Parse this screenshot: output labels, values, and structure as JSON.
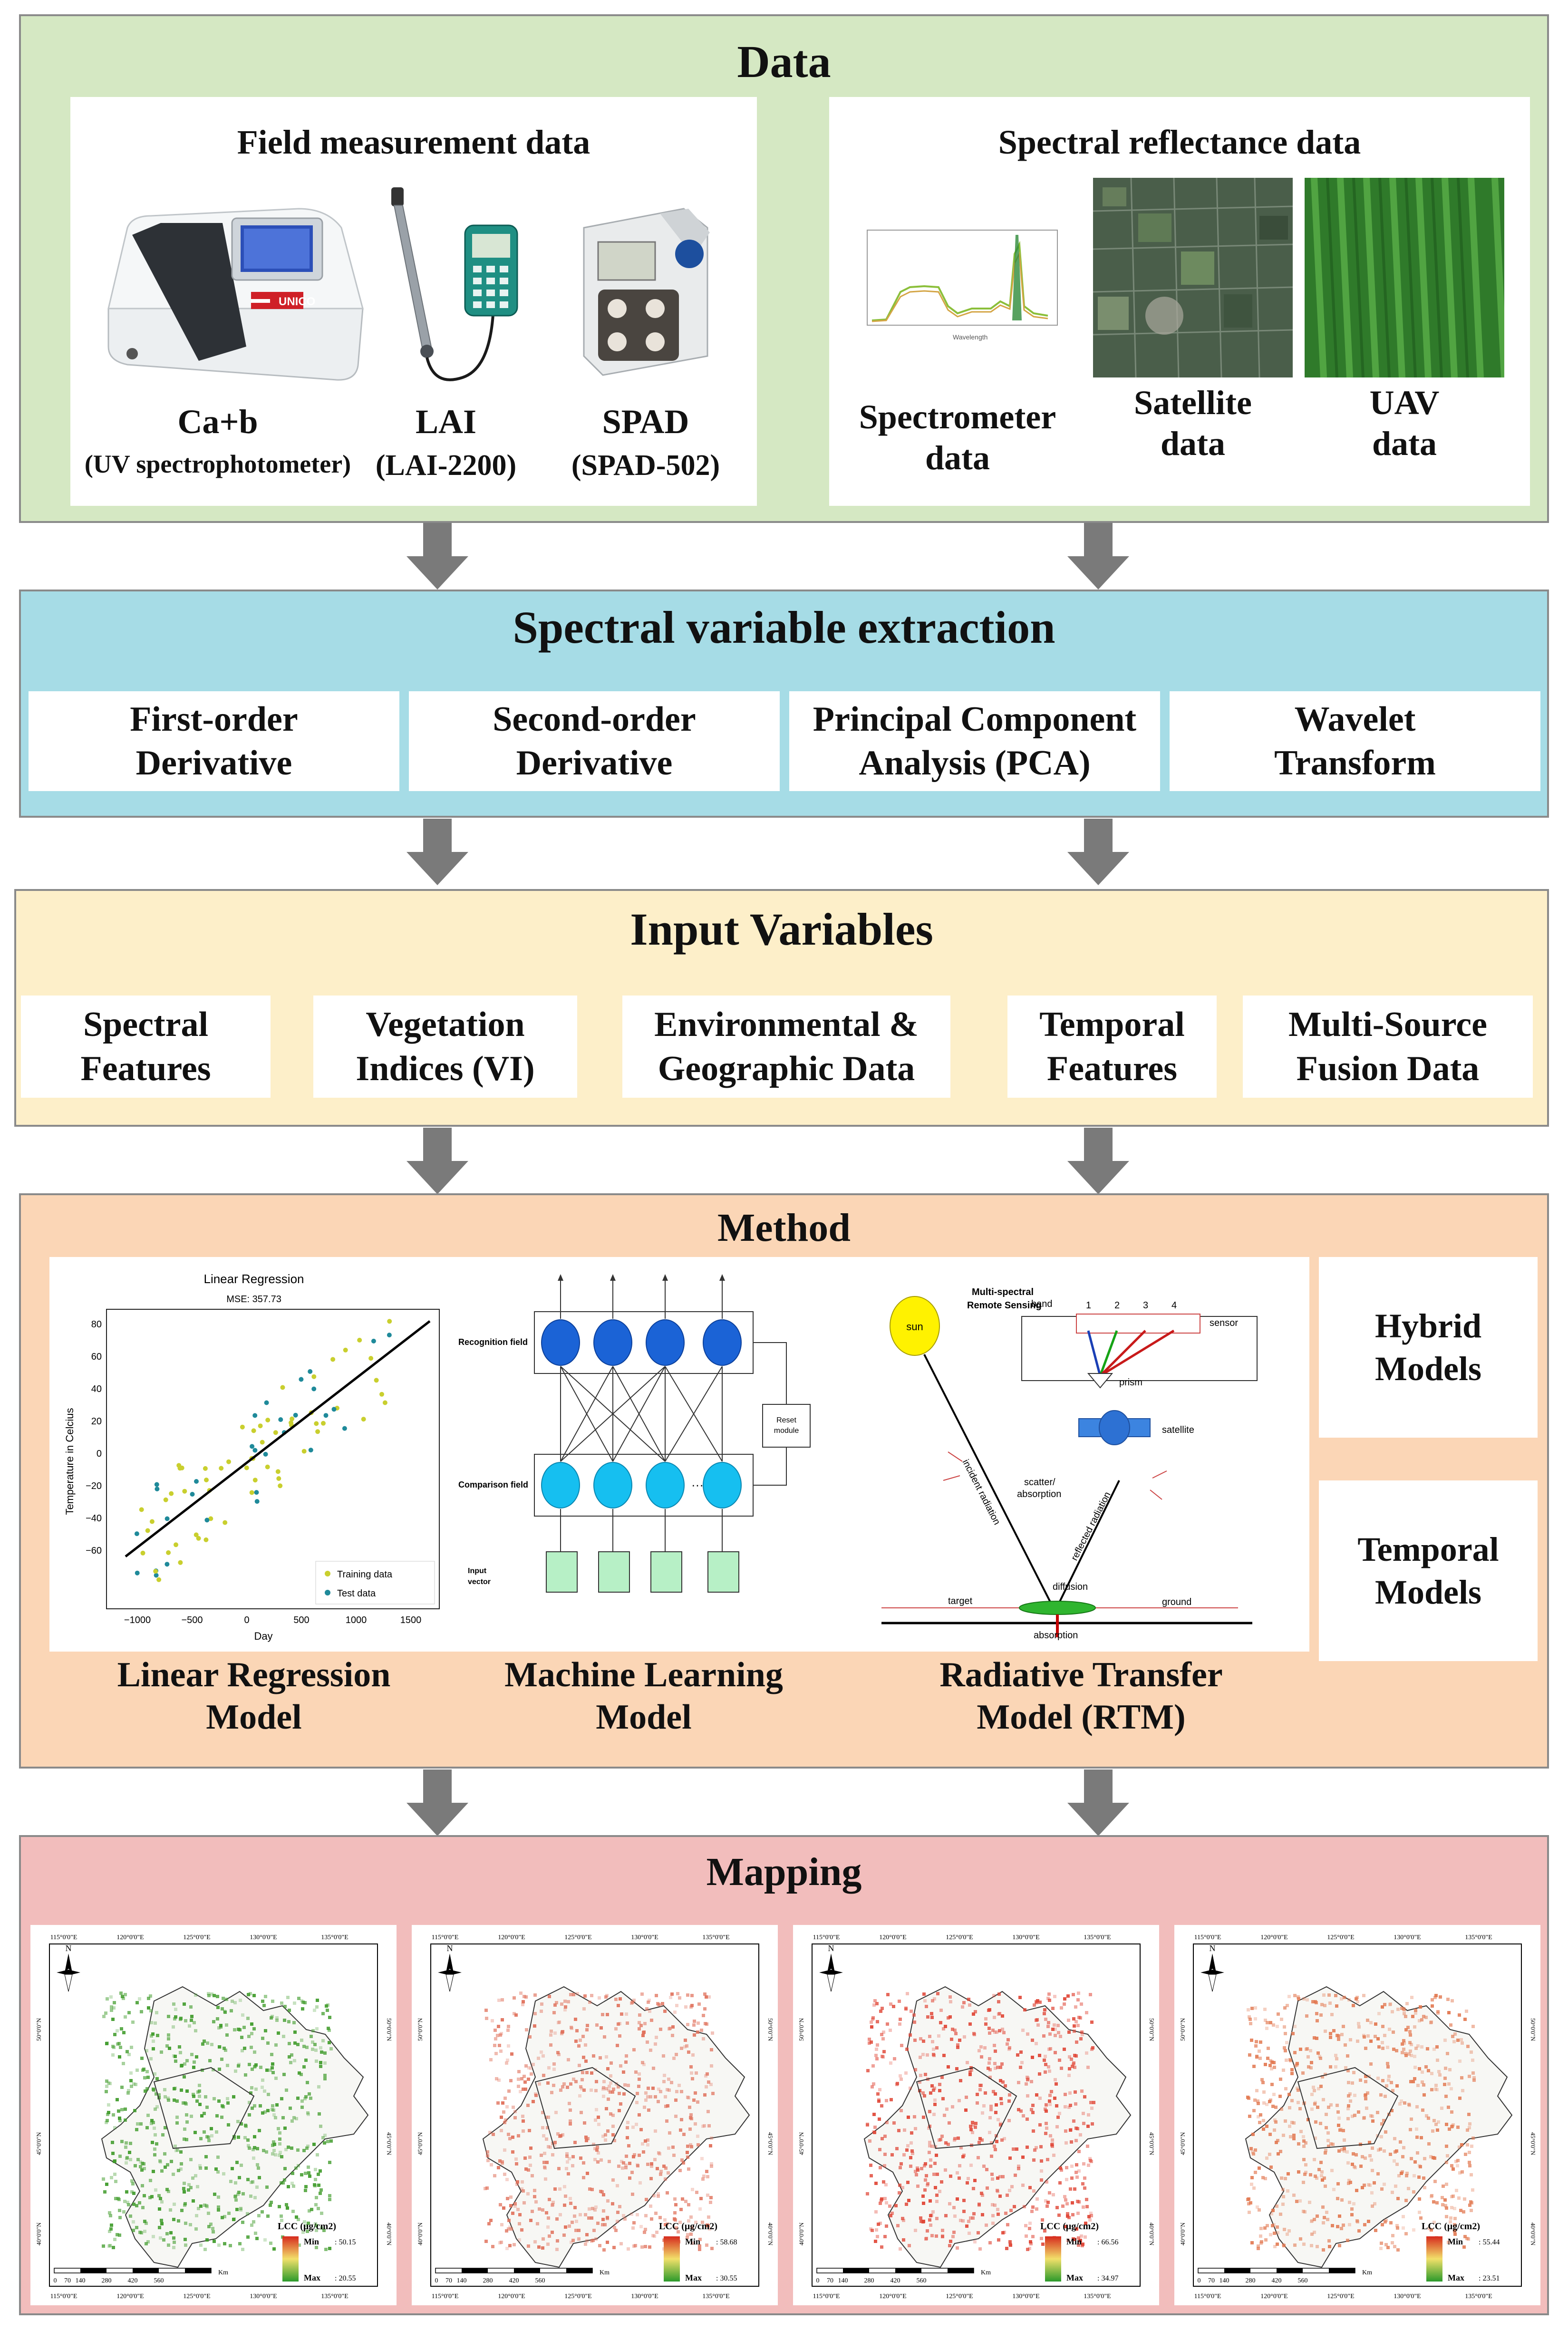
{
  "data_section": {
    "title": "Data",
    "field": {
      "title": "Field measurement data",
      "items": [
        {
          "name": "Ca+b",
          "sub": "(UV spectrophotometer)"
        },
        {
          "name": "LAI",
          "sub": "(LAI-2200)"
        },
        {
          "name": "SPAD",
          "sub": "(SPAD-502)"
        }
      ],
      "device_brand": "UNICO"
    },
    "spectral": {
      "title": "Spectral reflectance data",
      "items": [
        {
          "line1": "Spectrometer",
          "line2": "data"
        },
        {
          "line1": "Satellite",
          "line2": "data"
        },
        {
          "line1": "UAV",
          "line2": "data"
        }
      ],
      "plot_xlabel": "Wavelength"
    }
  },
  "extraction": {
    "title": "Spectral variable extraction",
    "items": [
      {
        "line1": "First-order",
        "line2": "Derivative"
      },
      {
        "line1": "Second-order",
        "line2": "Derivative"
      },
      {
        "line1": "Principal Component",
        "line2": "Analysis (PCA)"
      },
      {
        "line1": "Wavelet",
        "line2": "Transform"
      }
    ]
  },
  "inputs": {
    "title": "Input Variables",
    "items": [
      {
        "line1": "Spectral",
        "line2": "Features"
      },
      {
        "line1": "Vegetation",
        "line2": "Indices (VI)"
      },
      {
        "line1": "Environmental &",
        "line2": "Geographic Data"
      },
      {
        "line1": "Temporal",
        "line2": "Features"
      },
      {
        "line1": "Multi-Source",
        "line2": "Fusion Data"
      }
    ]
  },
  "method": {
    "title": "Method",
    "linear": {
      "line1": "Linear Regression",
      "line2": "Model",
      "plot_title": "Linear Regression",
      "plot_subtitle": "MSE: 357.73",
      "xlabel": "Day",
      "ylabel": "Temperature in Celcius",
      "legend_train": "Training data",
      "legend_test": "Test data",
      "xticks": [
        "−1000",
        "−500",
        "0",
        "500",
        "1000",
        "1500"
      ],
      "yticks": [
        "80",
        "60",
        "40",
        "20",
        "0",
        "−20",
        "−40",
        "−60"
      ]
    },
    "ml": {
      "line1": "Machine Learning",
      "line2": "Model",
      "recognition": "Recognition field",
      "comparison": "Comparison field",
      "input": "Input vector",
      "reset": "Reset module",
      "dots": "···"
    },
    "rtm": {
      "line1": "Radiative Transfer",
      "line2": "Model (RTM)",
      "title": "Multi-spectral Remote Sensing",
      "sun": "sun",
      "band": "band",
      "bands": [
        "1",
        "2",
        "3",
        "4"
      ],
      "sensor": "sensor",
      "prism": "prism",
      "satellite": "satellite",
      "scatter": "scatter/ absorption",
      "incident": "incident radiation",
      "reflected": "reflected radiation",
      "diffusion": "diffusion",
      "target": "target",
      "ground": "ground",
      "absorption": "absorption"
    },
    "hybrid": {
      "line1": "Hybrid",
      "line2": "Models"
    },
    "temporal": {
      "line1": "Temporal",
      "line2": "Models"
    }
  },
  "mapping": {
    "title": "Mapping",
    "legend_title": "LCC (μg/cm2)",
    "min_label": "Min",
    "max_label": "Max",
    "scale_unit": "Km",
    "scale_ticks": [
      "0",
      "70",
      "140",
      "280",
      "420",
      "560"
    ],
    "lon_labels": [
      "115°0'0\"E",
      "120°0'0\"E",
      "125°0'0\"E",
      "130°0'0\"E",
      "135°0'0\"E"
    ],
    "lat_labels": [
      "50°0'0\"N",
      "45°0'0\"N",
      "40°0'0\"N"
    ],
    "north": "N",
    "maps": [
      {
        "min": ": 50.15",
        "max": ": 20.55",
        "tone": "#3f9b2a"
      },
      {
        "min": ": 58.68",
        "max": ": 30.55",
        "tone": "#e0705a"
      },
      {
        "min": ": 66.56",
        "max": ": 34.97",
        "tone": "#e04535"
      },
      {
        "min": ": 55.44",
        "max": ": 23.51",
        "tone": "#e2774f"
      }
    ]
  },
  "colors": {
    "data_bg": "#d5e8c3",
    "extraction_bg": "#a6dce6",
    "inputs_bg": "#fdefc9",
    "method_bg": "#fbd6b6",
    "mapping_bg": "#f2bdbc",
    "arrow": "#7a7a7a"
  }
}
